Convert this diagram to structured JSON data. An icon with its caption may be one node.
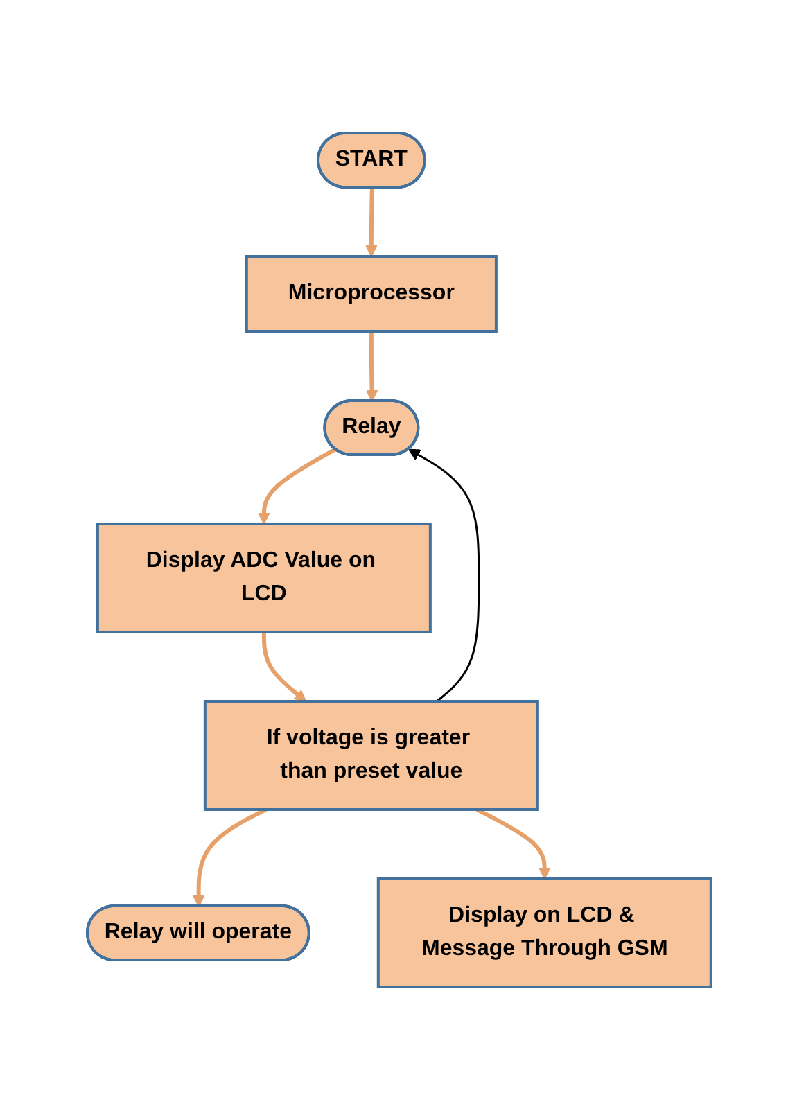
{
  "diagram": {
    "nodes": [
      {
        "text": [
          "START"
        ]
      },
      {
        "text": [
          "Microprocessor"
        ]
      },
      {
        "text": [
          "Relay"
        ]
      },
      {
        "text": [
          "Display ADC Value on LCD"
        ]
      },
      {
        "text": [
          "If voltage is greater than preset value"
        ]
      },
      {
        "text": [
          "Relay will operate"
        ]
      },
      {
        "text": [
          "Display on LCD & Message Through GSM"
        ]
      }
    ],
    "edges": [
      {
        "from": 0,
        "to": 1,
        "arrow": "to"
      },
      {
        "from": 1,
        "to": 2,
        "arrow": "to"
      },
      {
        "from": 2,
        "to": 3,
        "arrow": "to"
      },
      {
        "from": 3,
        "to": 4,
        "arrow": "to"
      },
      {
        "from": 4,
        "to": 5,
        "arrow": "to"
      },
      {
        "from": 4,
        "to": 6,
        "arrow": "to"
      },
      {
        "from": 4,
        "to": 2,
        "arrow": "to",
        "color": "#000000"
      }
    ]
  }
}
